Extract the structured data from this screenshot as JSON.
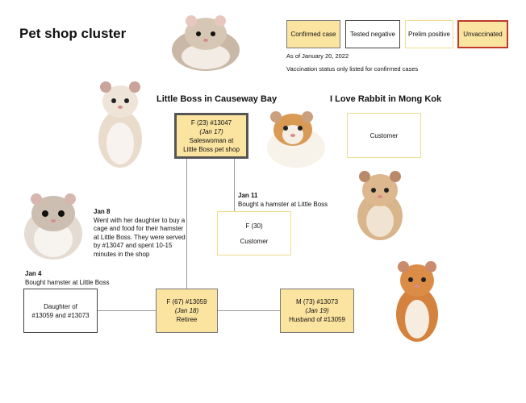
{
  "title": "Pet shop cluster",
  "legend": {
    "items": [
      {
        "label": "Confirmed case"
      },
      {
        "label": "Tested negative"
      },
      {
        "label": "Prelim positive"
      },
      {
        "label": "Unvaccinated"
      }
    ],
    "as_of": "As of January 20, 2022",
    "vax_note": "Vaccination status only listed for confirmed cases"
  },
  "sections": {
    "left": "Little Boss in Causeway Bay",
    "right": "I Love Rabbit in Mong Kok"
  },
  "nodes": {
    "case13047": {
      "line1": "F (23) #13047",
      "line2": "(Jan 17)",
      "line3": "Saleswoman at",
      "line4": "Little Boss pet shop"
    },
    "customer_mk": {
      "line1": "Customer"
    },
    "customer_f30": {
      "line1": "F (30)",
      "line2": "Customer"
    },
    "daughter": {
      "line1": "Daughter of",
      "line2": "#13059 and #13073"
    },
    "case13059": {
      "line1": "F (67) #13059",
      "line2": "(Jan 18)",
      "line3": "Retiree"
    },
    "case13073": {
      "line1": "M (73) #13073",
      "line2": "(Jan 19)",
      "line3": "Husband of #13059"
    }
  },
  "notes": {
    "jan11": {
      "date": "Jan 11",
      "text": "Bought a hamster at Little Boss"
    },
    "jan8": {
      "date": "Jan 8",
      "l1": "Went with her daughter to buy a",
      "l2": "cage and food for their hamster",
      "l3": "at Little Boss. They were served",
      "l4": "by #13047 and spent 10-15",
      "l5": "minutes in the shop"
    },
    "jan4": {
      "date": "Jan 4",
      "text": "Bought hamster at Little Boss"
    }
  },
  "colors": {
    "confirmed_fill": "#fbe3a0",
    "unvaccinated_border": "#c0392b",
    "prelim_border": "#f0dc8a",
    "connector": "#9a9a9a"
  },
  "icons": [
    "hamster-icon"
  ]
}
